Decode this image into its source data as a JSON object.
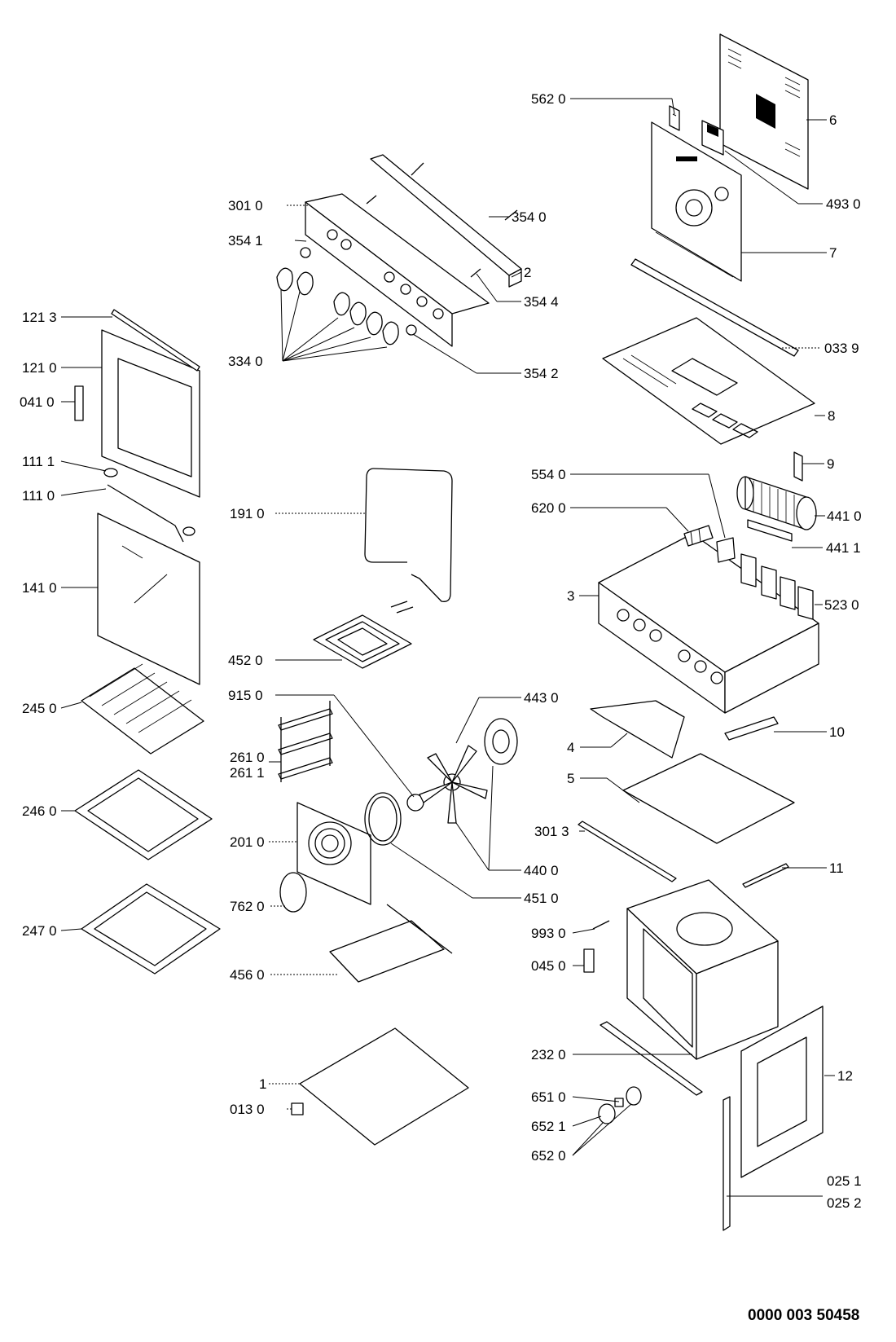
{
  "drawing_number": "0000 003 50458",
  "labels": {
    "l_562_0": "562 0",
    "l_6": "6",
    "l_493_0": "493 0",
    "l_7": "7",
    "l_033_9": "033 9",
    "l_8": "8",
    "l_9": "9",
    "l_441_0": "441 0",
    "l_441_1": "441 1",
    "l_554_0": "554 0",
    "l_620_0": "620 0",
    "l_3": "3",
    "l_523_0": "523 0",
    "l_4": "4",
    "l_10": "10",
    "l_5": "5",
    "l_301_3": "301 3",
    "l_11": "11",
    "l_993_0": "993 0",
    "l_045_0": "045 0",
    "l_232_0": "232 0",
    "l_12": "12",
    "l_651_0": "651 0",
    "l_652_1": "652 1",
    "l_652_0": "652 0",
    "l_025_1": "025 1",
    "l_025_2": "025 2",
    "l_301_0": "301 0",
    "l_354_0": "354 0",
    "l_354_1": "354 1",
    "l_2": "2",
    "l_354_4": "354 4",
    "l_334_0": "334 0",
    "l_354_2": "354 2",
    "l_191_0": "191 0",
    "l_452_0": "452 0",
    "l_915_0": "915 0",
    "l_443_0": "443 0",
    "l_261_0": "261 0",
    "l_261_1": "261 1",
    "l_201_0": "201 0",
    "l_440_0": "440 0",
    "l_451_0": "451 0",
    "l_762_0": "762 0",
    "l_456_0": "456 0",
    "l_1": "1",
    "l_013_0": "013 0",
    "l_121_3": "121 3",
    "l_121_0": "121 0",
    "l_041_0": "041 0",
    "l_111_1": "111 1",
    "l_111_0": "111 0",
    "l_141_0": "141 0",
    "l_245_0": "245 0",
    "l_246_0": "246 0",
    "l_247_0": "247 0"
  }
}
